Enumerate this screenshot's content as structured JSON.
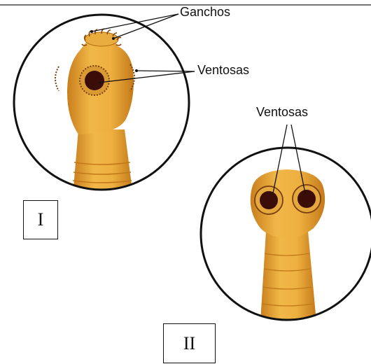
{
  "labels": {
    "hooks": "Ganchos",
    "suckers_top": "Ventosas",
    "suckers_bottom": "Ventosas"
  },
  "panels": {
    "first": "I",
    "second": "II"
  },
  "colors": {
    "worm_body": "#e8a93a",
    "worm_shade": "#c97e1c",
    "sucker_dark": "#3a0d08",
    "outline": "#111111"
  }
}
